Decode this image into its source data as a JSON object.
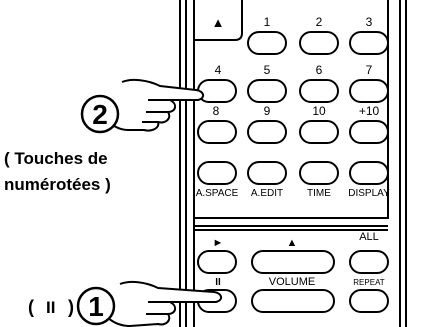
{
  "eject_symbol": "▲",
  "number_keys": [
    "1",
    "2",
    "3",
    "4",
    "5",
    "6",
    "7",
    "8",
    "9",
    "10",
    "+10"
  ],
  "function_keys": [
    "A.SPACE",
    "A.EDIT",
    "TIME",
    "DISPLAY"
  ],
  "transport": {
    "play_symbol": "►",
    "pause_symbol": "II",
    "volume_up_symbol": "▲",
    "volume_label": "VOLUME",
    "all_label": "ALL",
    "repeat_label": "REPEAT"
  },
  "callouts": {
    "step2_number": "2",
    "step2_caption_line1": "( Touches de",
    "step2_caption_line2": "numérotées )",
    "step1_number": "1",
    "step1_prefix": "(",
    "step1_symbol": "II",
    "step1_suffix": ")"
  }
}
